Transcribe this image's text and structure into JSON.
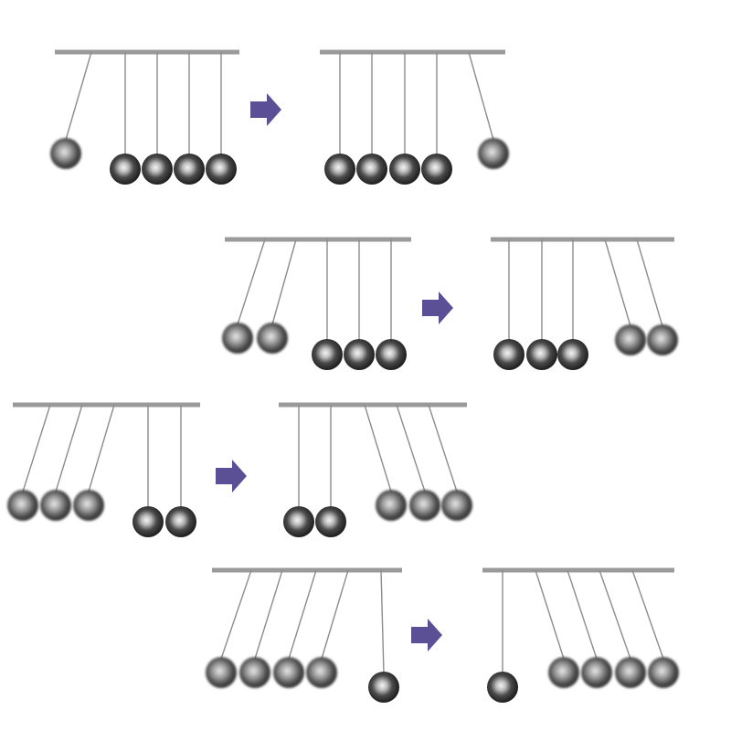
{
  "diagram": {
    "subject": "Newton's cradle",
    "colors": {
      "bar": "#9a9a9a",
      "string": "#8c8c8c",
      "arrow": "#5b4f95",
      "ball_dark": "#141414",
      "ball_light": "#f4f4f4"
    },
    "rows": [
      {
        "id": "one-ball",
        "before": {
          "pendulums": [
            {
              "state": "swinging",
              "motion_blur": true
            },
            {
              "state": "resting"
            },
            {
              "state": "resting"
            },
            {
              "state": "resting"
            },
            {
              "state": "resting"
            }
          ]
        },
        "after": {
          "pendulums": [
            {
              "state": "resting"
            },
            {
              "state": "resting"
            },
            {
              "state": "resting"
            },
            {
              "state": "resting"
            },
            {
              "state": "swinging",
              "motion_blur": true
            }
          ]
        }
      },
      {
        "id": "two-balls",
        "before": {
          "pendulums": [
            {
              "state": "swinging",
              "motion_blur": true
            },
            {
              "state": "swinging",
              "motion_blur": true
            },
            {
              "state": "resting"
            },
            {
              "state": "resting"
            },
            {
              "state": "resting"
            }
          ]
        },
        "after": {
          "pendulums": [
            {
              "state": "resting"
            },
            {
              "state": "resting"
            },
            {
              "state": "resting"
            },
            {
              "state": "swinging",
              "motion_blur": true
            },
            {
              "state": "swinging",
              "motion_blur": true
            }
          ]
        }
      },
      {
        "id": "three-balls",
        "before": {
          "pendulums": [
            {
              "state": "swinging",
              "motion_blur": true
            },
            {
              "state": "swinging",
              "motion_blur": true
            },
            {
              "state": "swinging",
              "motion_blur": true
            },
            {
              "state": "resting"
            },
            {
              "state": "resting"
            }
          ]
        },
        "after": {
          "pendulums": [
            {
              "state": "resting"
            },
            {
              "state": "resting"
            },
            {
              "state": "swinging",
              "motion_blur": true
            },
            {
              "state": "swinging",
              "motion_blur": true
            },
            {
              "state": "swinging",
              "motion_blur": true
            }
          ]
        }
      },
      {
        "id": "four-balls",
        "before": {
          "pendulums": [
            {
              "state": "swinging",
              "motion_blur": true
            },
            {
              "state": "swinging",
              "motion_blur": true
            },
            {
              "state": "swinging",
              "motion_blur": true
            },
            {
              "state": "swinging",
              "motion_blur": true
            },
            {
              "state": "resting"
            }
          ]
        },
        "after": {
          "pendulums": [
            {
              "state": "resting"
            },
            {
              "state": "swinging",
              "motion_blur": true
            },
            {
              "state": "swinging",
              "motion_blur": true
            },
            {
              "state": "swinging",
              "motion_blur": true
            },
            {
              "state": "swinging",
              "motion_blur": true
            }
          ]
        }
      }
    ],
    "transition_icon": "right-arrow-icon"
  }
}
